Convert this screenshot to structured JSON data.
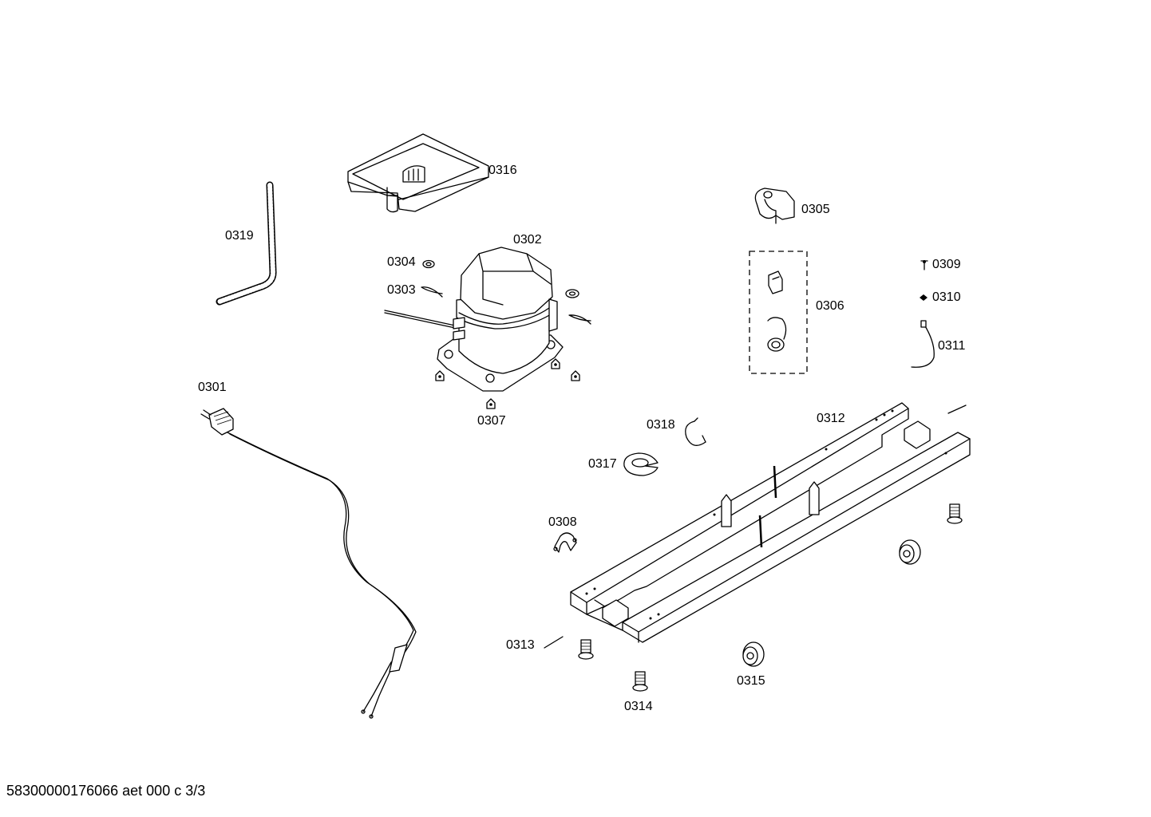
{
  "parts": {
    "p0301": "0301",
    "p0302": "0302",
    "p0303": "0303",
    "p0304": "0304",
    "p0305": "0305",
    "p0306": "0306",
    "p0307": "0307",
    "p0308": "0308",
    "p0309": "0309",
    "p0310": "0310",
    "p0311": "0311",
    "p0312": "0312",
    "p0313": "0313",
    "p0314": "0314",
    "p0315": "0315",
    "p0316": "0316",
    "p0317": "0317",
    "p0318": "0318",
    "p0319": "0319"
  },
  "footer": "58300000176066 aet 000 c 3/3"
}
